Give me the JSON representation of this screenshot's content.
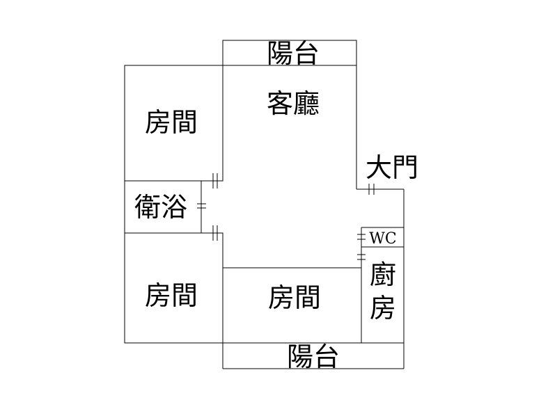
{
  "rooms": {
    "balcony_top": "陽台",
    "living_room": "客廳",
    "bedroom_top_left": "房間",
    "main_door": "大門",
    "bathroom": "衛浴",
    "wc": "WC",
    "kitchen_line1": "廚",
    "kitchen_line2": "房",
    "bedroom_bottom_left": "房間",
    "bedroom_bottom_center": "房間",
    "balcony_bottom": "陽台"
  }
}
